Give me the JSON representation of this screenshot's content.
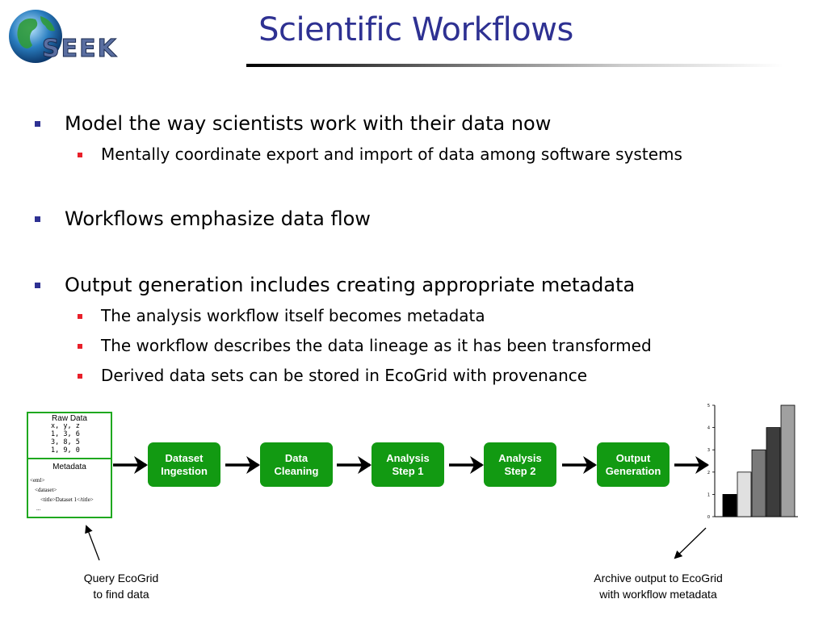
{
  "header": {
    "logo_text": "SEEK",
    "title": "Scientific Workflows"
  },
  "bullets": [
    {
      "text": "Model the way scientists work with their data now",
      "sub": [
        "Mentally coordinate export and import of data among software systems"
      ]
    },
    {
      "text": "Workflows emphasize data flow",
      "sub": []
    },
    {
      "text": "Output generation includes creating appropriate metadata",
      "sub": [
        "The analysis workflow itself becomes metadata",
        "The workflow describes the data lineage as it has been transformed",
        "Derived data sets can be stored in EcoGrid with provenance"
      ]
    }
  ],
  "raw_data_box": {
    "raw_header": "Raw Data",
    "raw_lines": [
      "x, y, z",
      "1, 3, 6",
      "3, 8, 5",
      "1, 9, 0"
    ],
    "meta_header": "Metadata",
    "meta_lines": [
      "<eml>",
      "<dataset>",
      "<title>Dataset 1</title>",
      "..."
    ]
  },
  "workflow_steps": [
    {
      "label": "Dataset\nIngestion"
    },
    {
      "label": "Data\nCleaning"
    },
    {
      "label": "Analysis\nStep 1"
    },
    {
      "label": "Analysis\nStep 2"
    },
    {
      "label": "Output\nGeneration"
    }
  ],
  "output_chart": {
    "bar_values": [
      1,
      2,
      3,
      4,
      5
    ],
    "bar_colors": [
      "#000000",
      "#e0e0e0",
      "#7a7a7a",
      "#3c3c3c",
      "#a0a0a0"
    ],
    "y_ticks": [
      "0",
      "1",
      "2",
      "3",
      "4",
      "5"
    ]
  },
  "captions": {
    "left": "Query EcoGrid\nto find data",
    "right": "Archive output to EcoGrid\nwith workflow metadata"
  },
  "colors": {
    "title": "#2e3192",
    "bullet_l1": "#2e3192",
    "bullet_l2": "#e8202a",
    "workflow_green": "#129a12"
  }
}
